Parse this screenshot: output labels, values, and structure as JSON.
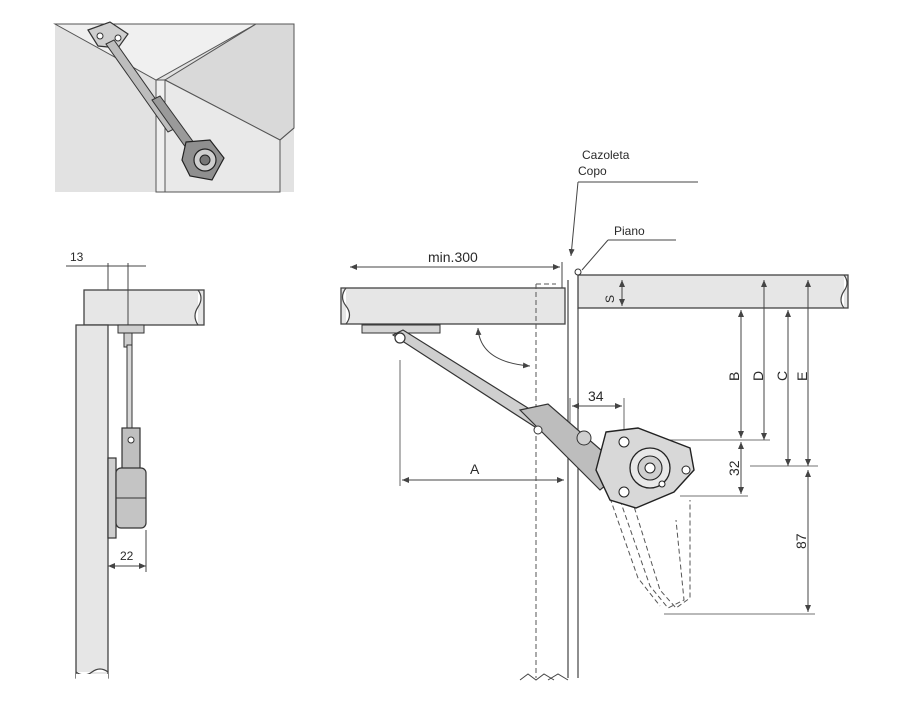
{
  "colors": {
    "panel_fill": "#e6e6e6",
    "line": "#444444",
    "metal": "#b9b9b9",
    "background": "#ffffff"
  },
  "callouts": {
    "cazoleta": "Cazoleta",
    "copo": "Copo",
    "piano": "Piano"
  },
  "side_view": {
    "dim_top": "13",
    "dim_bottom": "22"
  },
  "main_view": {
    "dim_min": "min.300",
    "dim_s": "S",
    "dim_b": "B",
    "dim_d": "D",
    "dim_c": "C",
    "dim_e": "E",
    "dim_34": "34",
    "dim_32": "32",
    "dim_87": "87",
    "dim_a": "A"
  }
}
